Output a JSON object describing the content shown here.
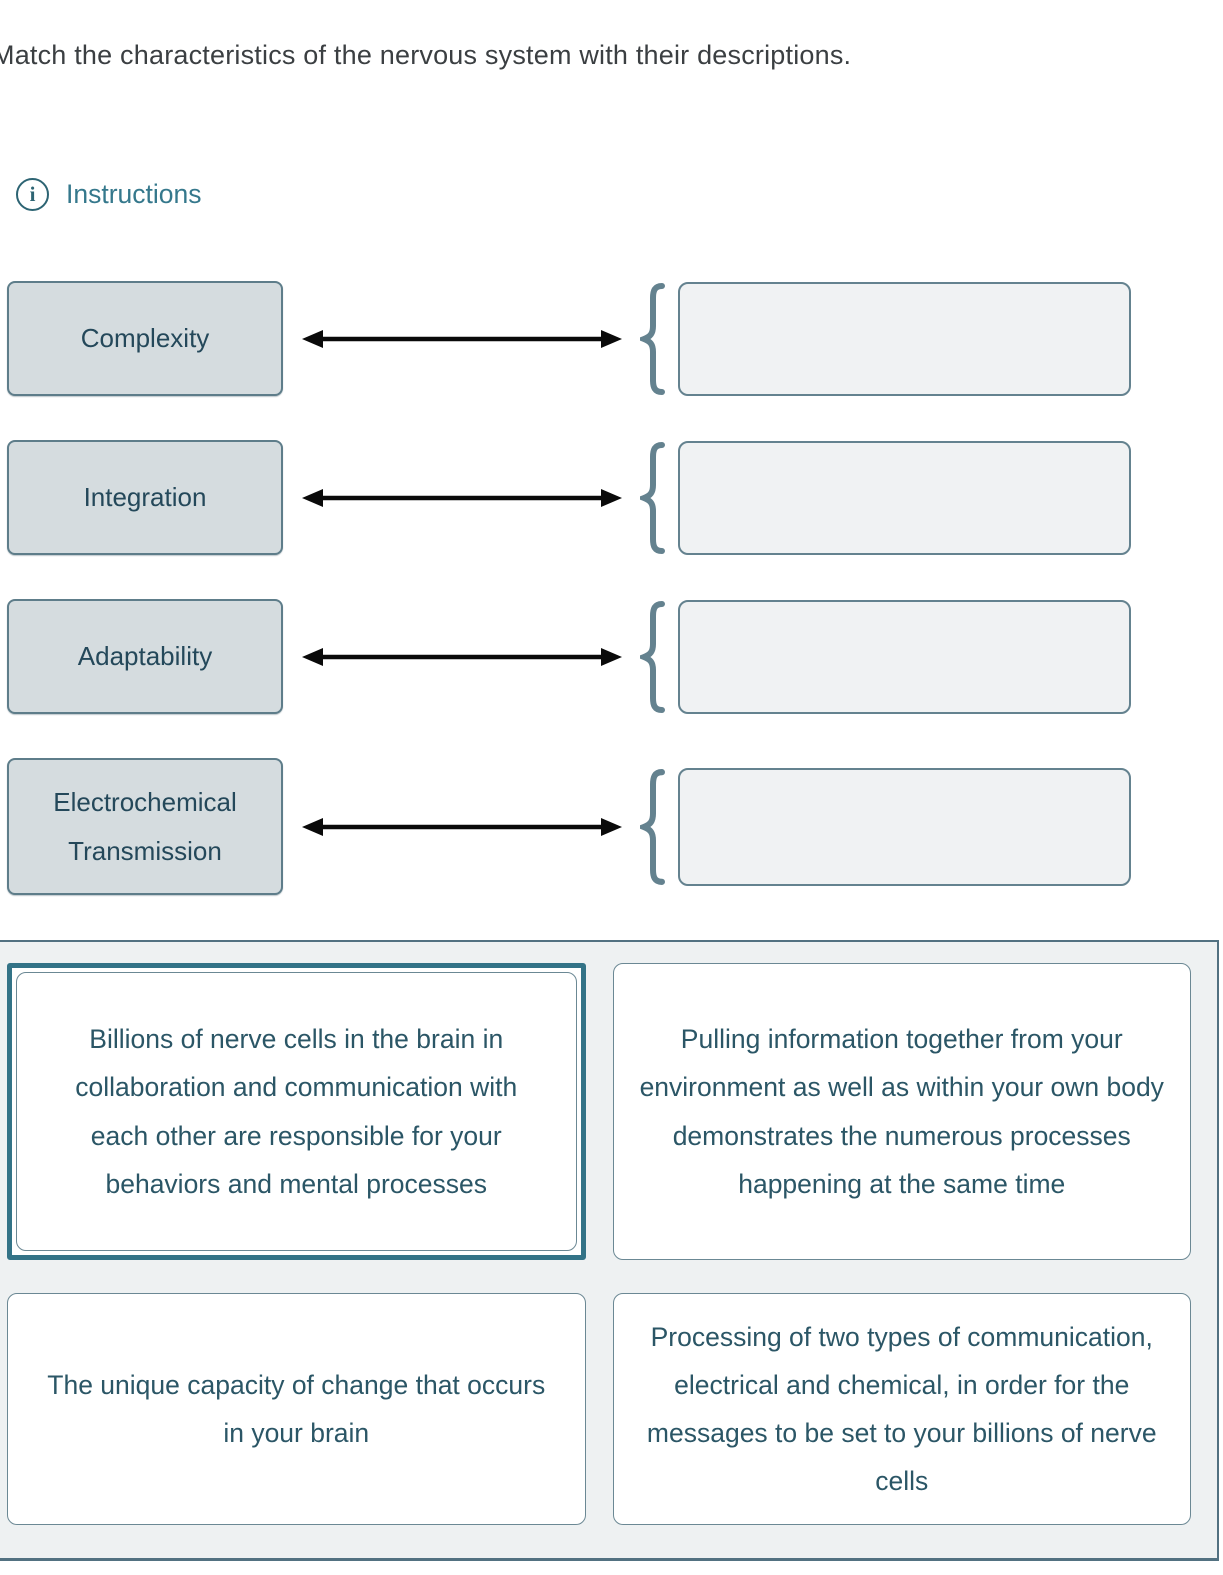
{
  "header": {
    "title": "Match the characteristics of the nervous system with their descriptions.",
    "instructions_label": "Instructions",
    "info_icon_glyph": "i"
  },
  "colors": {
    "accent_teal": "#337387",
    "link_teal": "#35788C",
    "slate_border": "#64828F",
    "term_box_bg": "#D5DCDF",
    "term_box_border": "#5E7D8A",
    "term_text": "#24485A",
    "card_text": "#2B5666",
    "panel_bg": "#EEF1F2",
    "panel_border": "#527181",
    "answer_box_bg": "#F0F2F3",
    "arrow_color": "#0A0A0A",
    "title_text": "#3B3F42"
  },
  "matching": {
    "rows": [
      {
        "term": "Complexity",
        "answer": ""
      },
      {
        "term": "Integration",
        "answer": ""
      },
      {
        "term": "Adaptability",
        "answer": ""
      },
      {
        "term": "Electrochemical Transmission",
        "answer": ""
      }
    ]
  },
  "bank": {
    "cards": [
      {
        "text": "Billions of nerve cells in the brain in collaboration and communication with each other are responsible for your behaviors and mental processes",
        "selected": true
      },
      {
        "text": "Pulling information together from your environment as well as within your own body demonstrates the numerous processes happening at the same time",
        "selected": false
      },
      {
        "text": "The unique capacity of change that occurs in your brain",
        "selected": false
      },
      {
        "text": "Processing of two types of communication, electrical and chemical, in order for the messages to be set to your billions of nerve cells",
        "selected": false
      }
    ]
  }
}
